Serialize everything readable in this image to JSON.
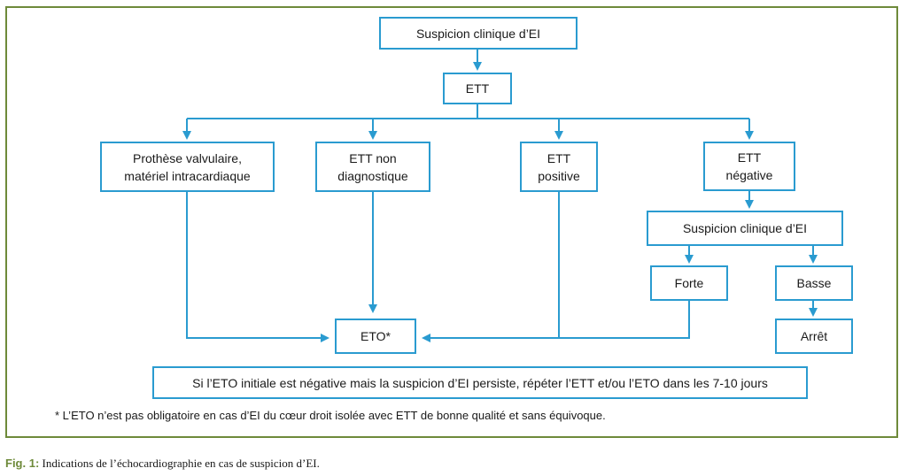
{
  "colors": {
    "frame": "#6e8a3a",
    "box_border": "#2a9bd0",
    "arrow": "#2a9bd0"
  },
  "nodes": {
    "suspicion_top": "Suspicion clinique d’EI",
    "ett": "ETT",
    "prothese": "Prothèse valvulaire,\nmatériel intracardiaque",
    "ett_non_diag": "ETT non\ndiagnostique",
    "ett_positive": "ETT\npositive",
    "ett_negative": "ETT\nnégative",
    "suspicion_sub": "Suspicion clinique d’EI",
    "forte": "Forte",
    "basse": "Basse",
    "eto": "ETO*",
    "arret": "Arrêt",
    "repeat_note": "Si l’ETO initiale est négative mais la suspicion d’EI persiste, répéter l’ETT et/ou l’ETO dans les 7-10 jours"
  },
  "footnote": "* L’ETO n’est pas obligatoire en cas d’EI du cœur droit isolée avec ETT de bonne qualité et sans équivoque.",
  "caption": {
    "label": "Fig. 1:",
    "text": " Indications de l’échocardiographie en cas de suspicion d’EI."
  }
}
